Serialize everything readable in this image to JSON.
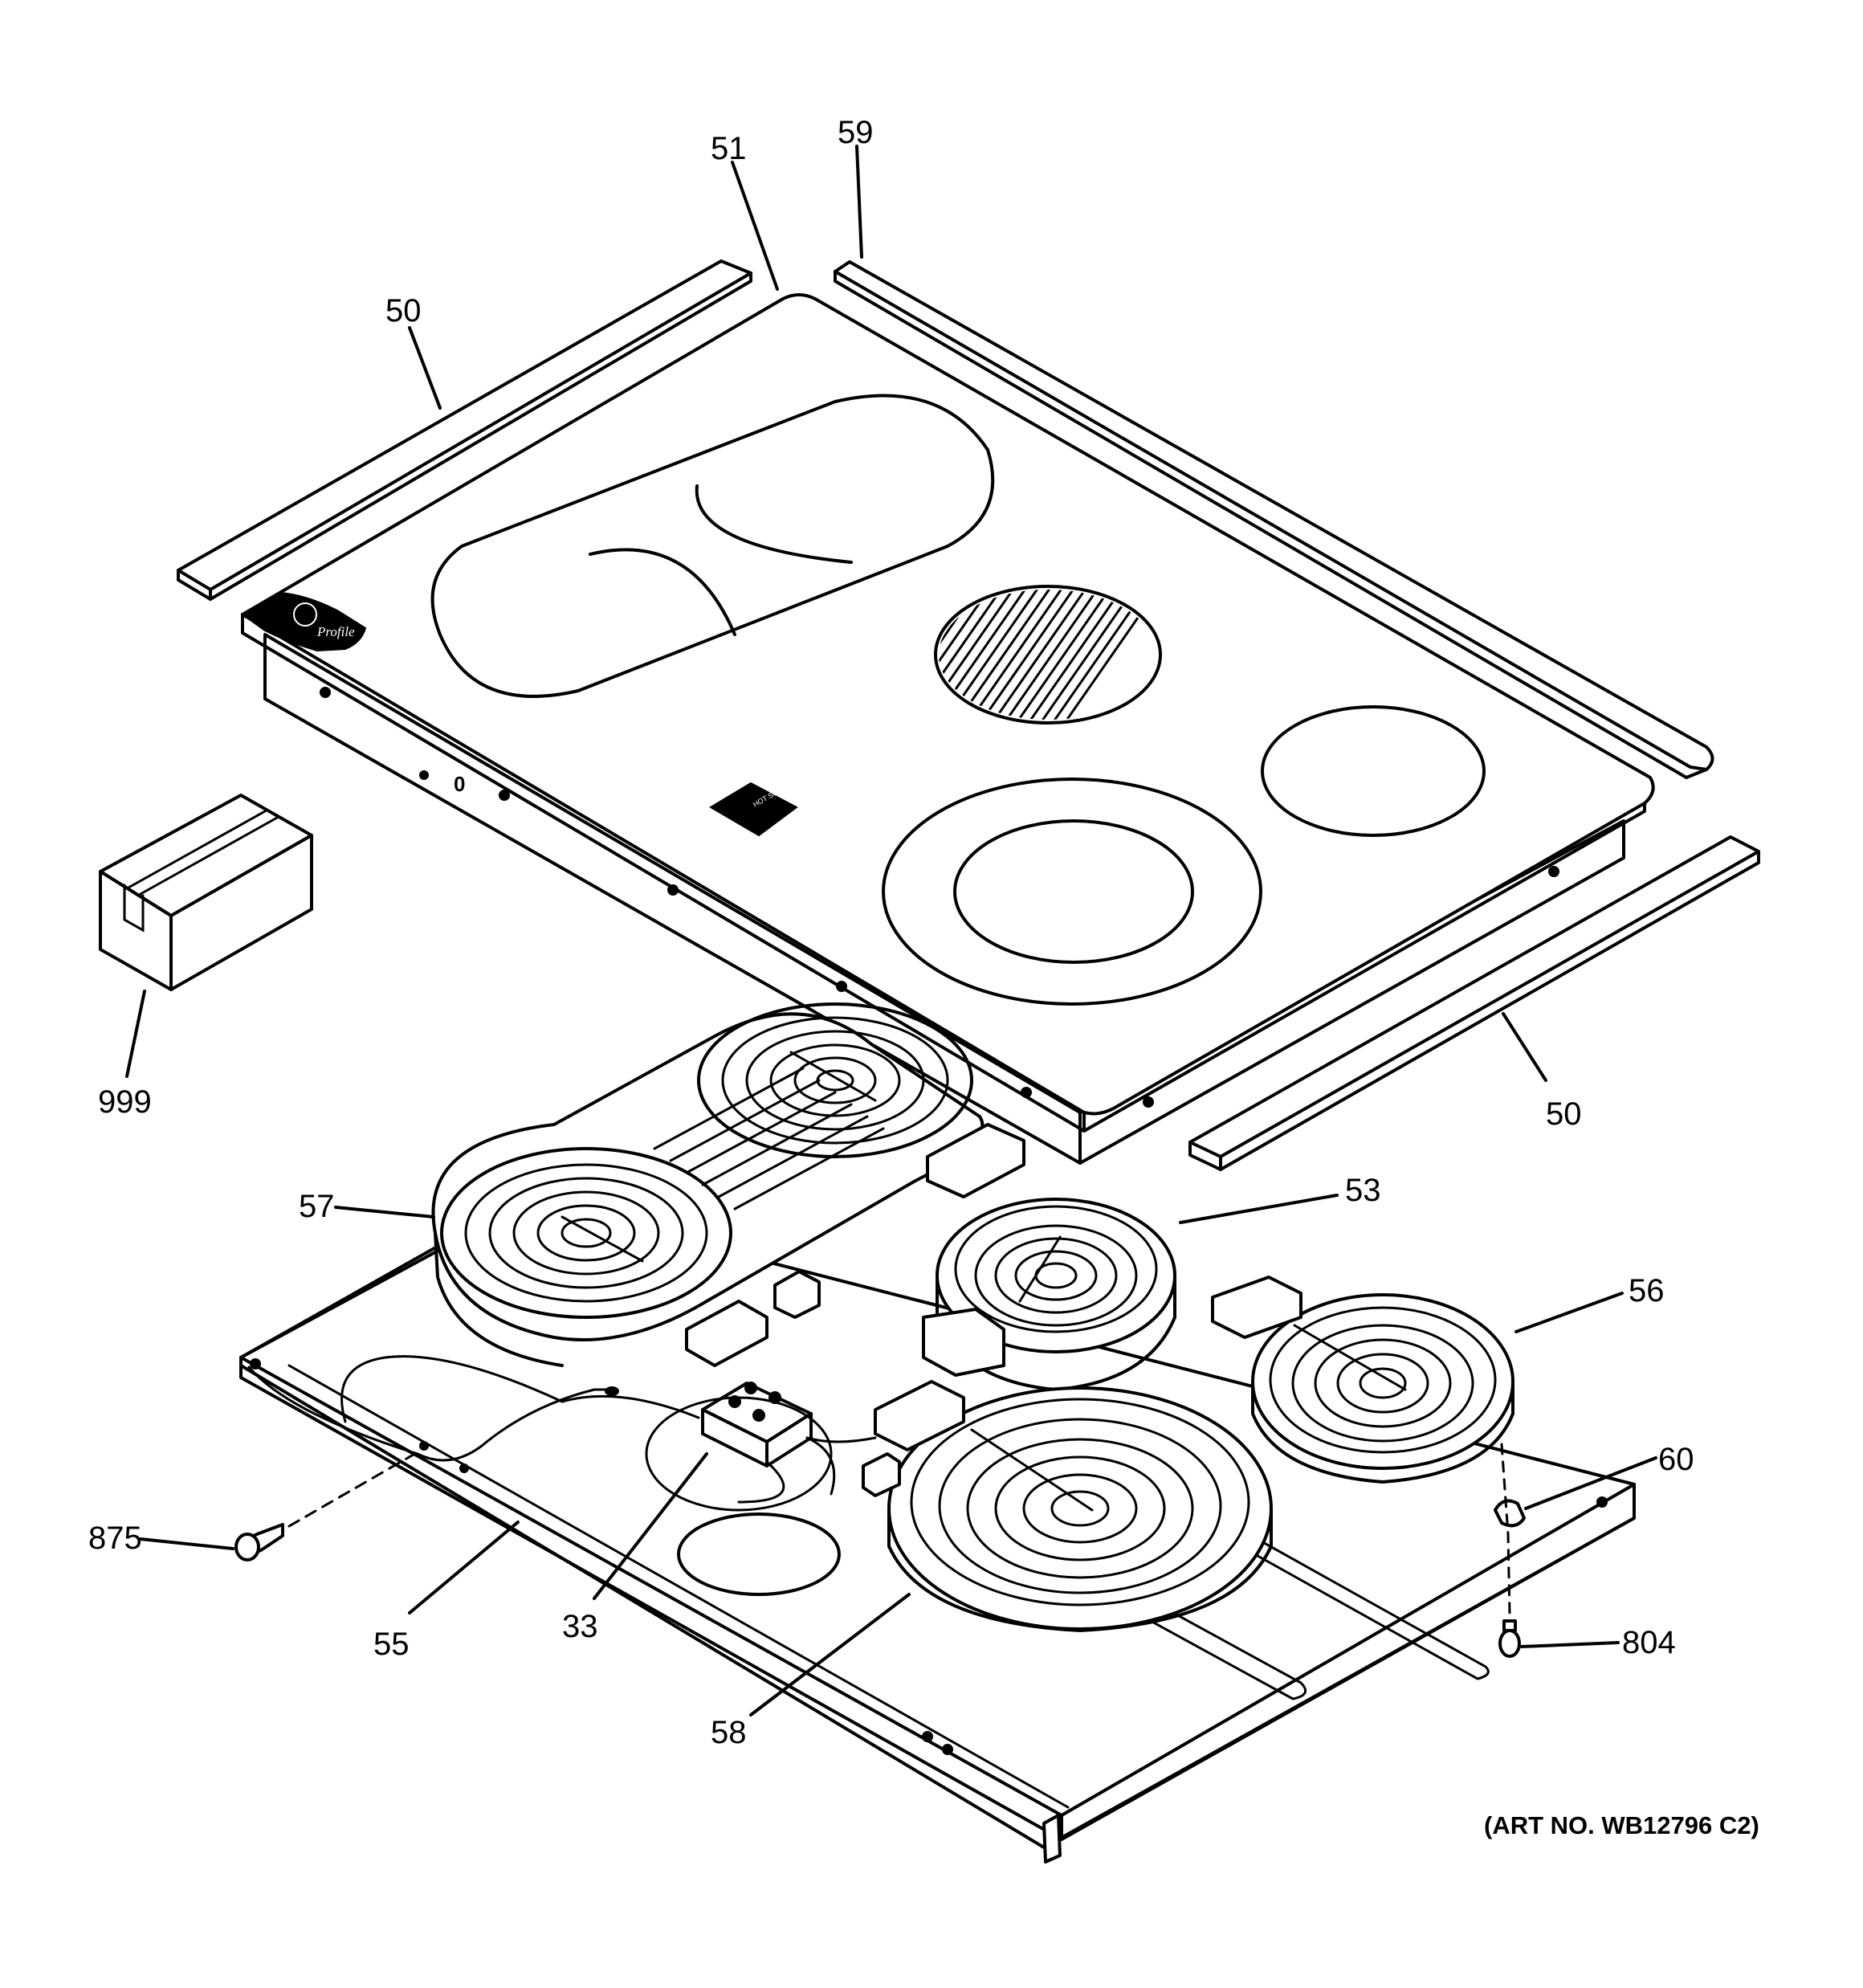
{
  "diagram": {
    "part_labels": {
      "p51": "51",
      "p59": "59",
      "p50_top": "50",
      "p50_right": "50",
      "p999": "999",
      "p57": "57",
      "p53": "53",
      "p56": "56",
      "p60": "60",
      "p875": "875",
      "p804": "804",
      "p55": "55",
      "p33": "33",
      "p58": "58"
    },
    "art_number": "(ART NO. WB12796 C2)",
    "cooktop_logo_text": "Profile",
    "cooktop_sign_text": "HOT SURFACE"
  }
}
